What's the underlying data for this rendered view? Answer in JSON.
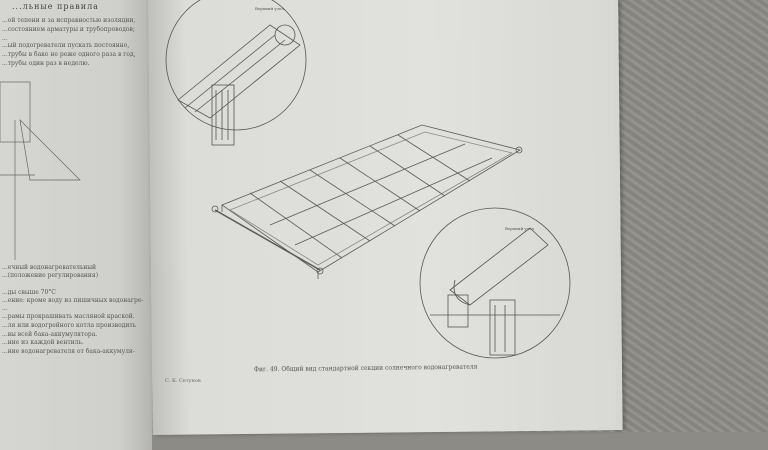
{
  "left_page": {
    "heading": "...льные правила",
    "top_lines": [
      "...ой тепени и за исправностью изоляции,",
      "...состоянием арматуры и трубопроводов;",
      "...",
      "...ый подогреватели пускать постоянно,",
      "...трубы в баке не реже одного раза в год,",
      "...трубы один раз в неделю."
    ],
    "bottom_lines": [
      "...ечный водонагревательный",
      "...(положение регулирования)",
      "...ды свыше 70°С",
      "...ение: кроме воду из пишичных водонагре-",
      "...",
      "...рамы прокрашивать масляной краской.",
      "...ля или водогрейного котла производить",
      "...вы всей бака-аккумулятора.",
      "...ние из каждой вентиль.",
      "...ние водонагревателя от бака-аккумуля-"
    ]
  },
  "right_page": {
    "caption": "Фиг. 49. Общий вид стандартной секции солнечного водонагревателя",
    "author": "С. К. Сетунов",
    "detail_top_label": "Верхний узел",
    "detail_bottom_label": "Верхний узел"
  }
}
